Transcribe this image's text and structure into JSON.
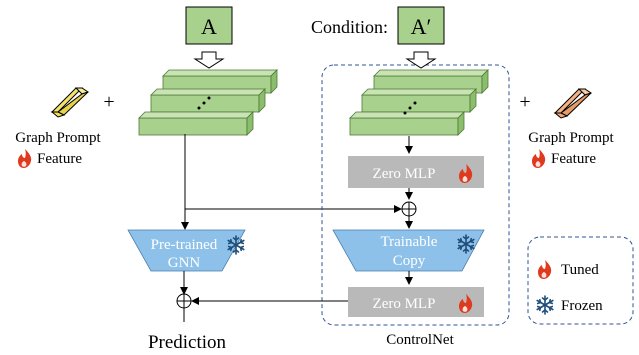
{
  "diagram": {
    "input_label": "A",
    "condition_label": "Condition:",
    "condition_input_label": "A′",
    "plus_sign": "+",
    "left_prompt": {
      "line1": "Graph Prompt",
      "line2": "Feature"
    },
    "right_prompt": {
      "line1": "Graph Prompt",
      "line2": "Feature"
    },
    "zero_mlp_top": "Zero MLP",
    "zero_mlp_bottom": "Zero MLP",
    "pretrained_gnn": {
      "line1": "Pre-trained",
      "line2": "GNN"
    },
    "trainable_copy": {
      "line1": "Trainable",
      "line2": "Copy"
    },
    "sum_symbol": "⊕",
    "controlnet_label": "ControlNet",
    "prediction_label": "Prediction",
    "legend": {
      "tuned": "Tuned",
      "frozen": "Frozen"
    },
    "colors": {
      "input_box": "#a9d18e",
      "layer_front": "#a9d18e",
      "layer_top": "#c9e3b4",
      "layer_side": "#8cbd6c",
      "gnn_fill": "#8ec1ea",
      "mlp_fill": "#b9b9b9",
      "dashed": "#2f5597",
      "flame": "#e03a1e",
      "snowflake": "#1f4e79",
      "prompt_yellow": "#f4e46a",
      "prompt_orange": "#f4b183"
    },
    "icons": [
      "flame-icon",
      "snowflake-icon",
      "down-arrow-icon",
      "plus-circle-icon"
    ]
  }
}
